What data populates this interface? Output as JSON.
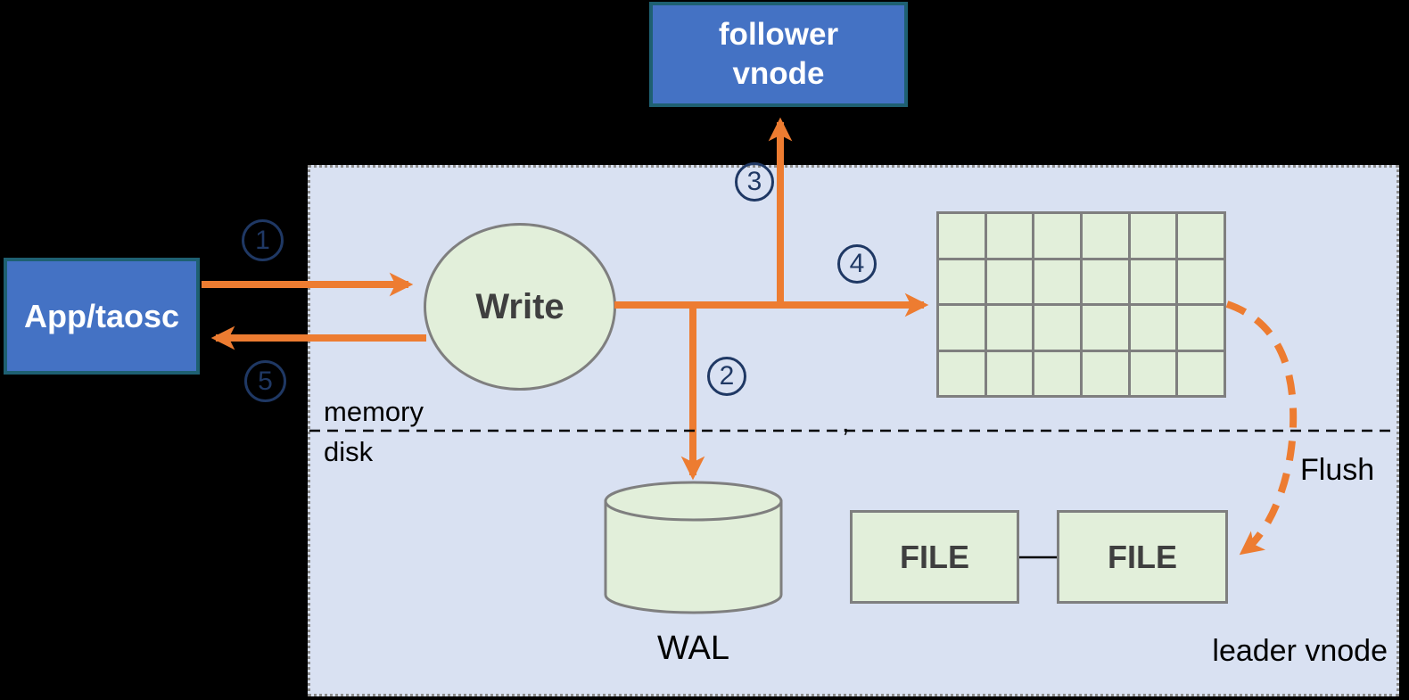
{
  "colors": {
    "background": "#000000",
    "accent_orange": "#ED7C31",
    "node_blue_fill": "#4472C4",
    "node_blue_border": "#1E6072",
    "panel_fill": "#D9E1F2",
    "shape_green_fill": "#E2EFDA",
    "shape_border_gray": "#7F7F7F",
    "step_badge_navy": "#1F3864"
  },
  "nodes": {
    "follower_vnode": {
      "lines": [
        "follower",
        "vnode"
      ]
    },
    "app": {
      "label": "App/taosc"
    },
    "write": {
      "label": "Write"
    },
    "wal": {
      "label": "WAL"
    },
    "file_left": {
      "label": "FILE"
    },
    "file_right": {
      "label": "FILE"
    }
  },
  "labels": {
    "memory": "memory",
    "disk": "disk",
    "leader_vnode": "leader vnode",
    "flush": "Flush",
    "line_artifact": ","
  },
  "steps": [
    {
      "label": "1"
    },
    {
      "label": "2"
    },
    {
      "label": "3"
    },
    {
      "label": "4"
    },
    {
      "label": "5"
    }
  ],
  "memtable": {
    "columns": 6,
    "rows": 4
  }
}
